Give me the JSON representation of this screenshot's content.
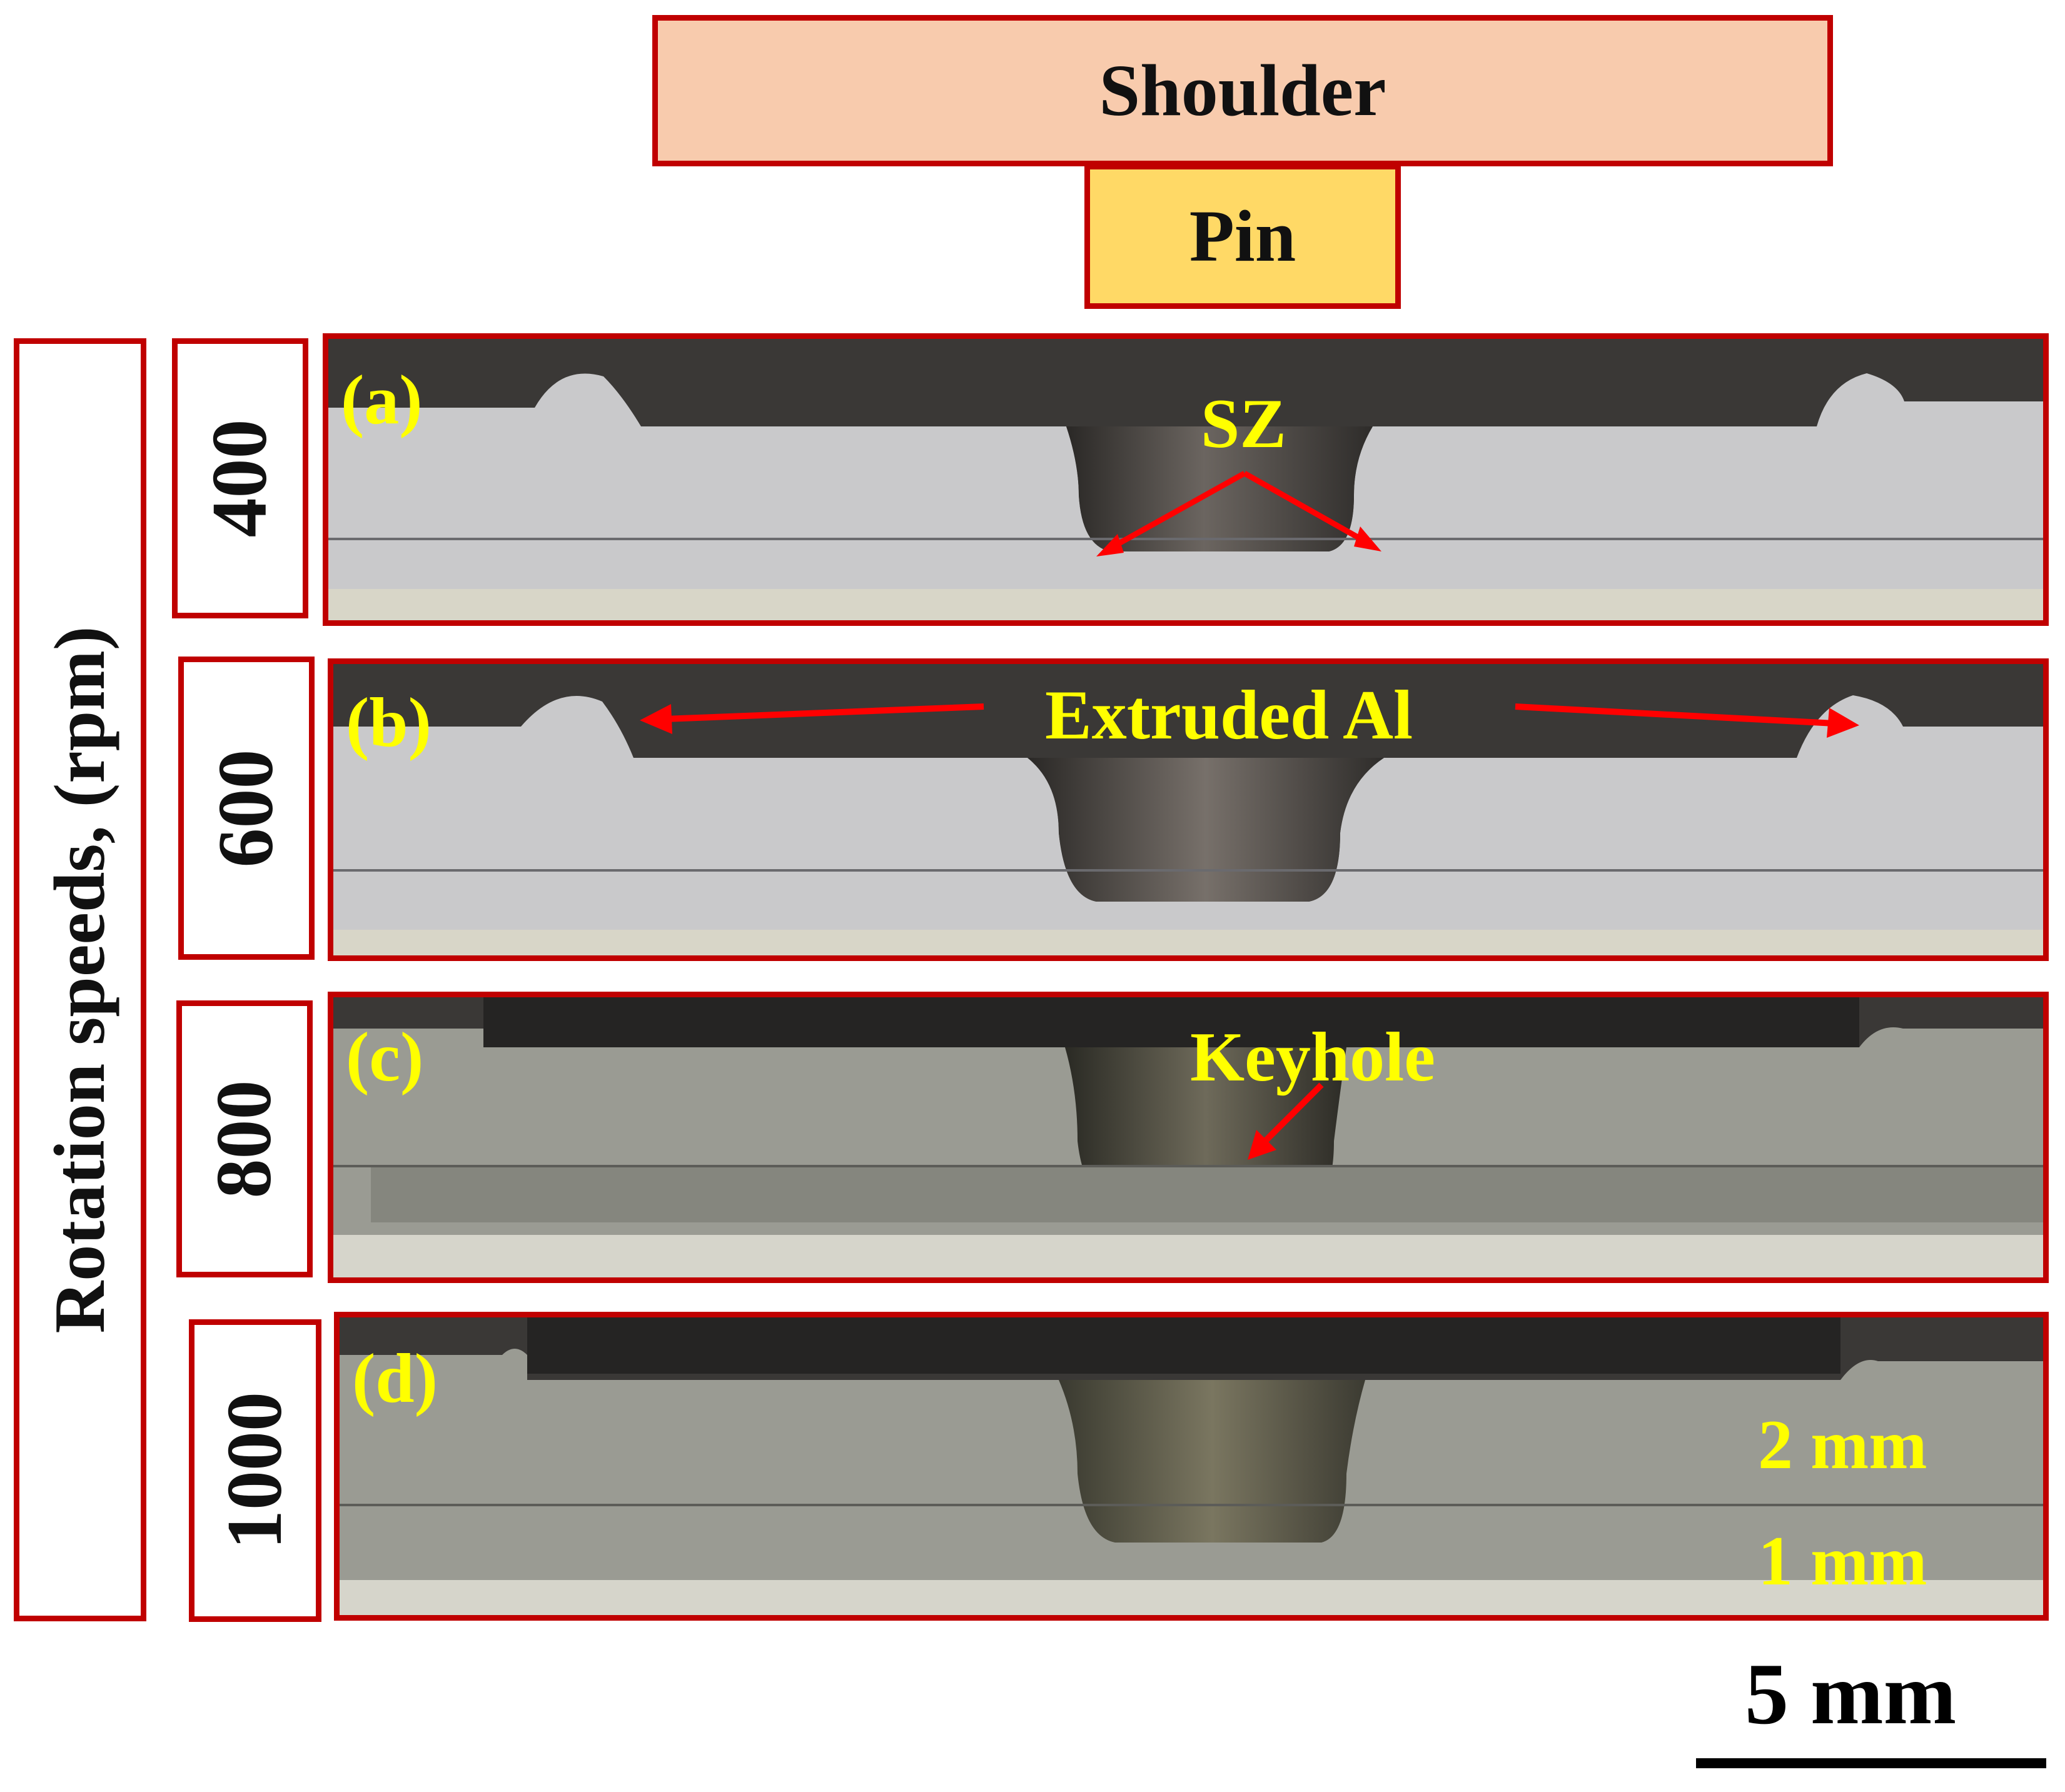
{
  "tool": {
    "shoulder": "Shoulder",
    "pin": "Pin"
  },
  "axis": {
    "label": "Rotation speeds, (rpm)"
  },
  "panels": [
    {
      "tag": "(a)",
      "speed": "400"
    },
    {
      "tag": "(b)",
      "speed": "600"
    },
    {
      "tag": "(c)",
      "speed": "800"
    },
    {
      "tag": "(d)",
      "speed": "1000"
    }
  ],
  "annotations": {
    "sz": "SZ",
    "extruded": "Extruded Al",
    "keyhole": "Keyhole",
    "upper_thickness": "2 mm",
    "lower_thickness": "1 mm"
  },
  "scale_bar": {
    "label": "5 mm"
  },
  "colors": {
    "frame": "#c00000",
    "shoulder_fill": "#f8cbad",
    "pin_fill": "#ffd966",
    "label_yellow": "#ffff00",
    "arrow_red": "#ff0000",
    "panel_dark": "#3a3836",
    "panel_light_ab": "#c9c9cb",
    "panel_light_cd": "#9a9b93"
  }
}
